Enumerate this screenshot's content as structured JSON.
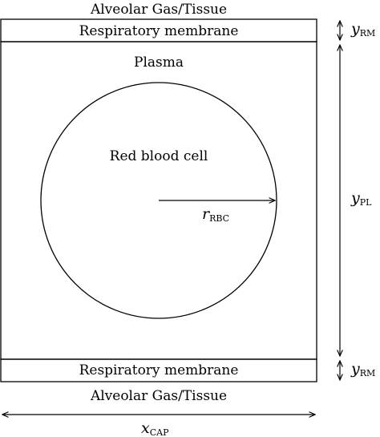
{
  "labels": {
    "top_tissue": "Alveolar Gas/Tissue",
    "top_membrane": "Respiratory membrane",
    "plasma": "Plasma",
    "rbc": "Red blood cell",
    "bottom_membrane": "Respiratory membrane",
    "bottom_tissue": "Alveolar Gas/Tissue"
  },
  "dimensions": {
    "y_rm_top": {
      "symbol": "y",
      "sub": "RM"
    },
    "y_pl": {
      "symbol": "y",
      "sub": "PL"
    },
    "y_rm_bottom": {
      "symbol": "y",
      "sub": "RM"
    },
    "r_rbc": {
      "symbol": "r",
      "sub": "RBC"
    },
    "x_cap": {
      "symbol": "x",
      "sub": "CAP"
    }
  }
}
